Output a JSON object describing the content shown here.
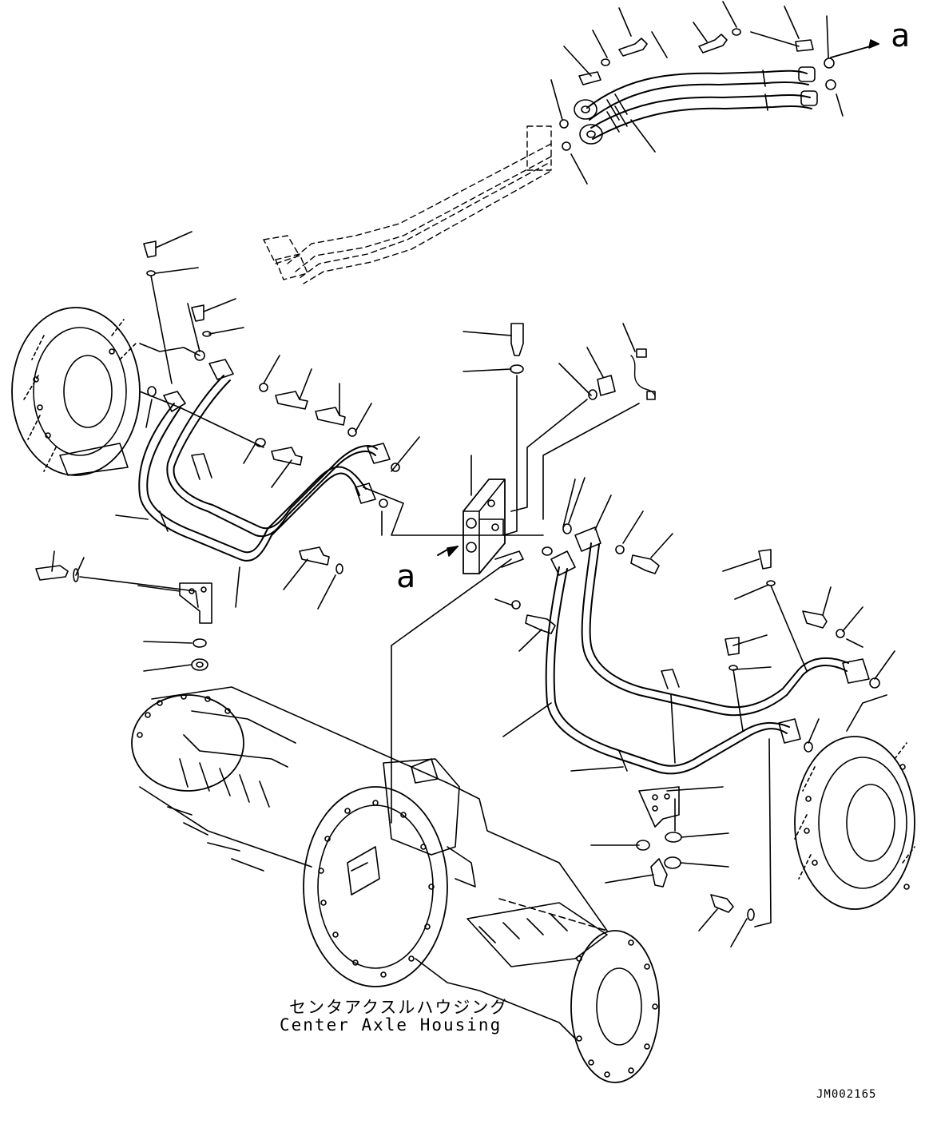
{
  "labels": {
    "ref_top": "a",
    "ref_mid": "a",
    "caption_jp": "センタアクスルハウジング",
    "caption_en": "Center Axle Housing",
    "drawing_id": "JM002165"
  },
  "colors": {
    "line": "#000000",
    "background": "#ffffff"
  }
}
